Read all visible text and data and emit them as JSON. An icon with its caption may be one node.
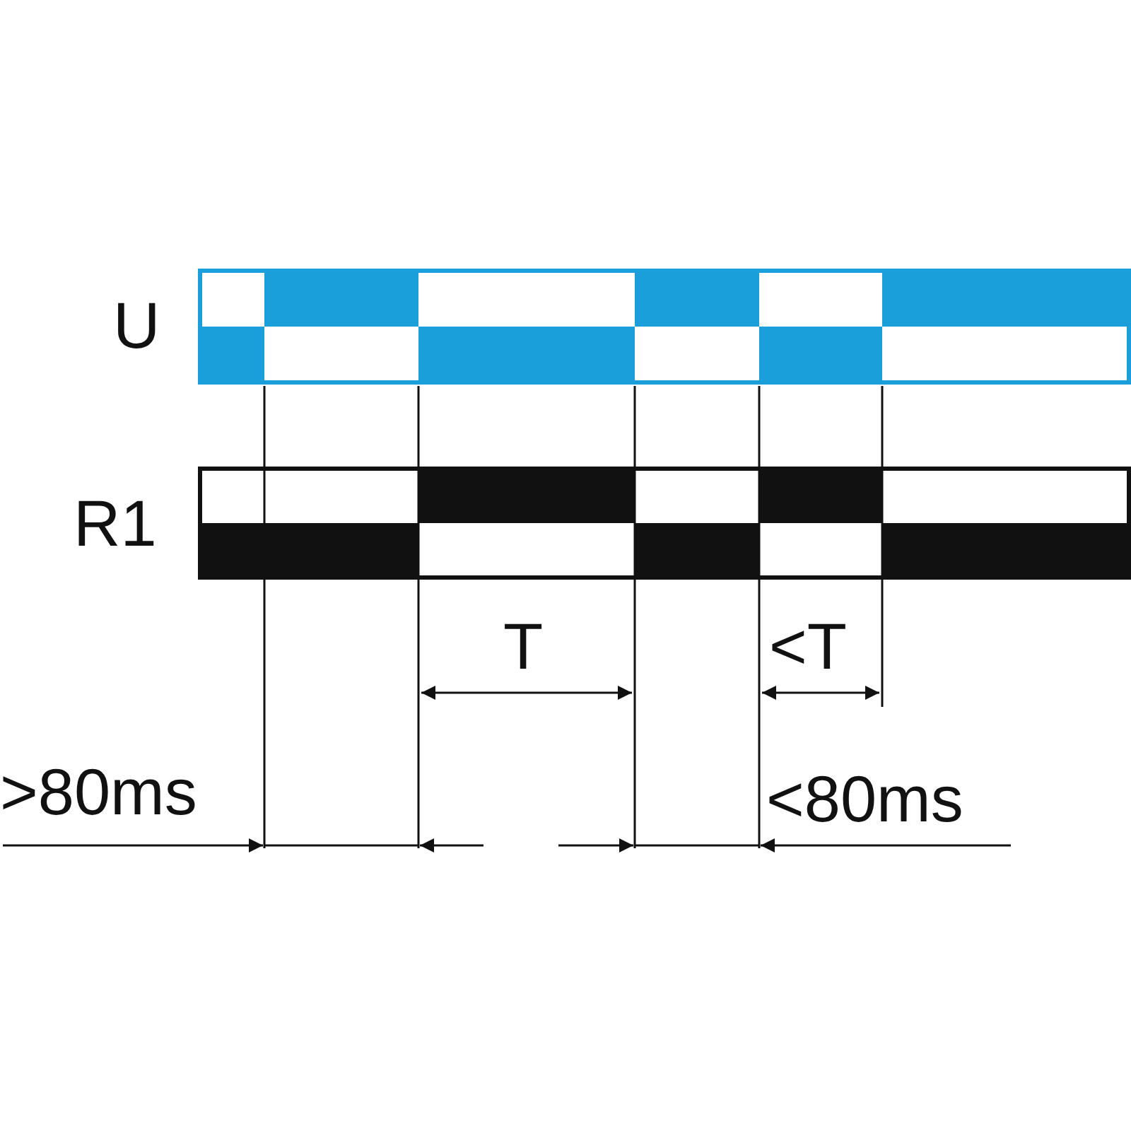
{
  "diagram": {
    "labels": [
      "U",
      "R1",
      "T",
      "<T",
      ">80ms",
      "<80ms"
    ]
  }
}
